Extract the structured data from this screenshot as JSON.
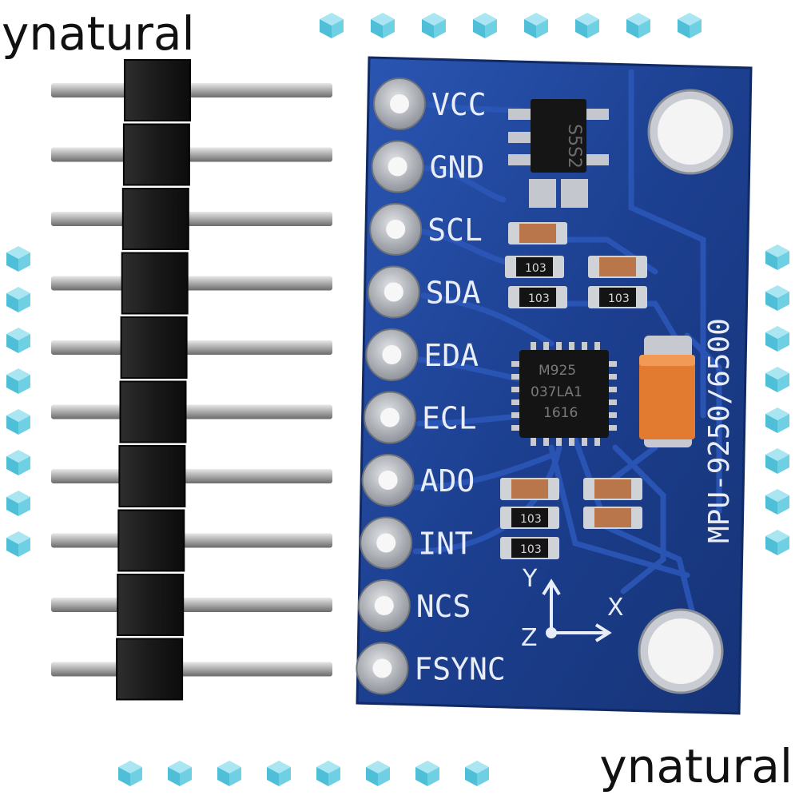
{
  "watermark": {
    "top": "ynatural",
    "bottom": "ynatural"
  },
  "board": {
    "pins": [
      "VCC",
      "GND",
      "SCL",
      "SDA",
      "EDA",
      "ECL",
      "ADO",
      "INT",
      "NCS",
      "FSYNC"
    ],
    "model": "MPU-9250/6500",
    "regulator_marking": "S5S2",
    "chip_marking": [
      "M925",
      "037LA1",
      "1616"
    ],
    "resistor_marking": "103",
    "axes": {
      "x": "X",
      "y": "Y",
      "z": "Z"
    }
  },
  "colors": {
    "pcb": "#1c3f8f",
    "pcb_dark": "#12307a",
    "silk": "#e8edf7",
    "pad": "#b9bcc2",
    "capacitor": "#e27b2f",
    "header": "#1b1b1b",
    "pin": "#b8b8b8",
    "cube": "#6fd0e4"
  }
}
